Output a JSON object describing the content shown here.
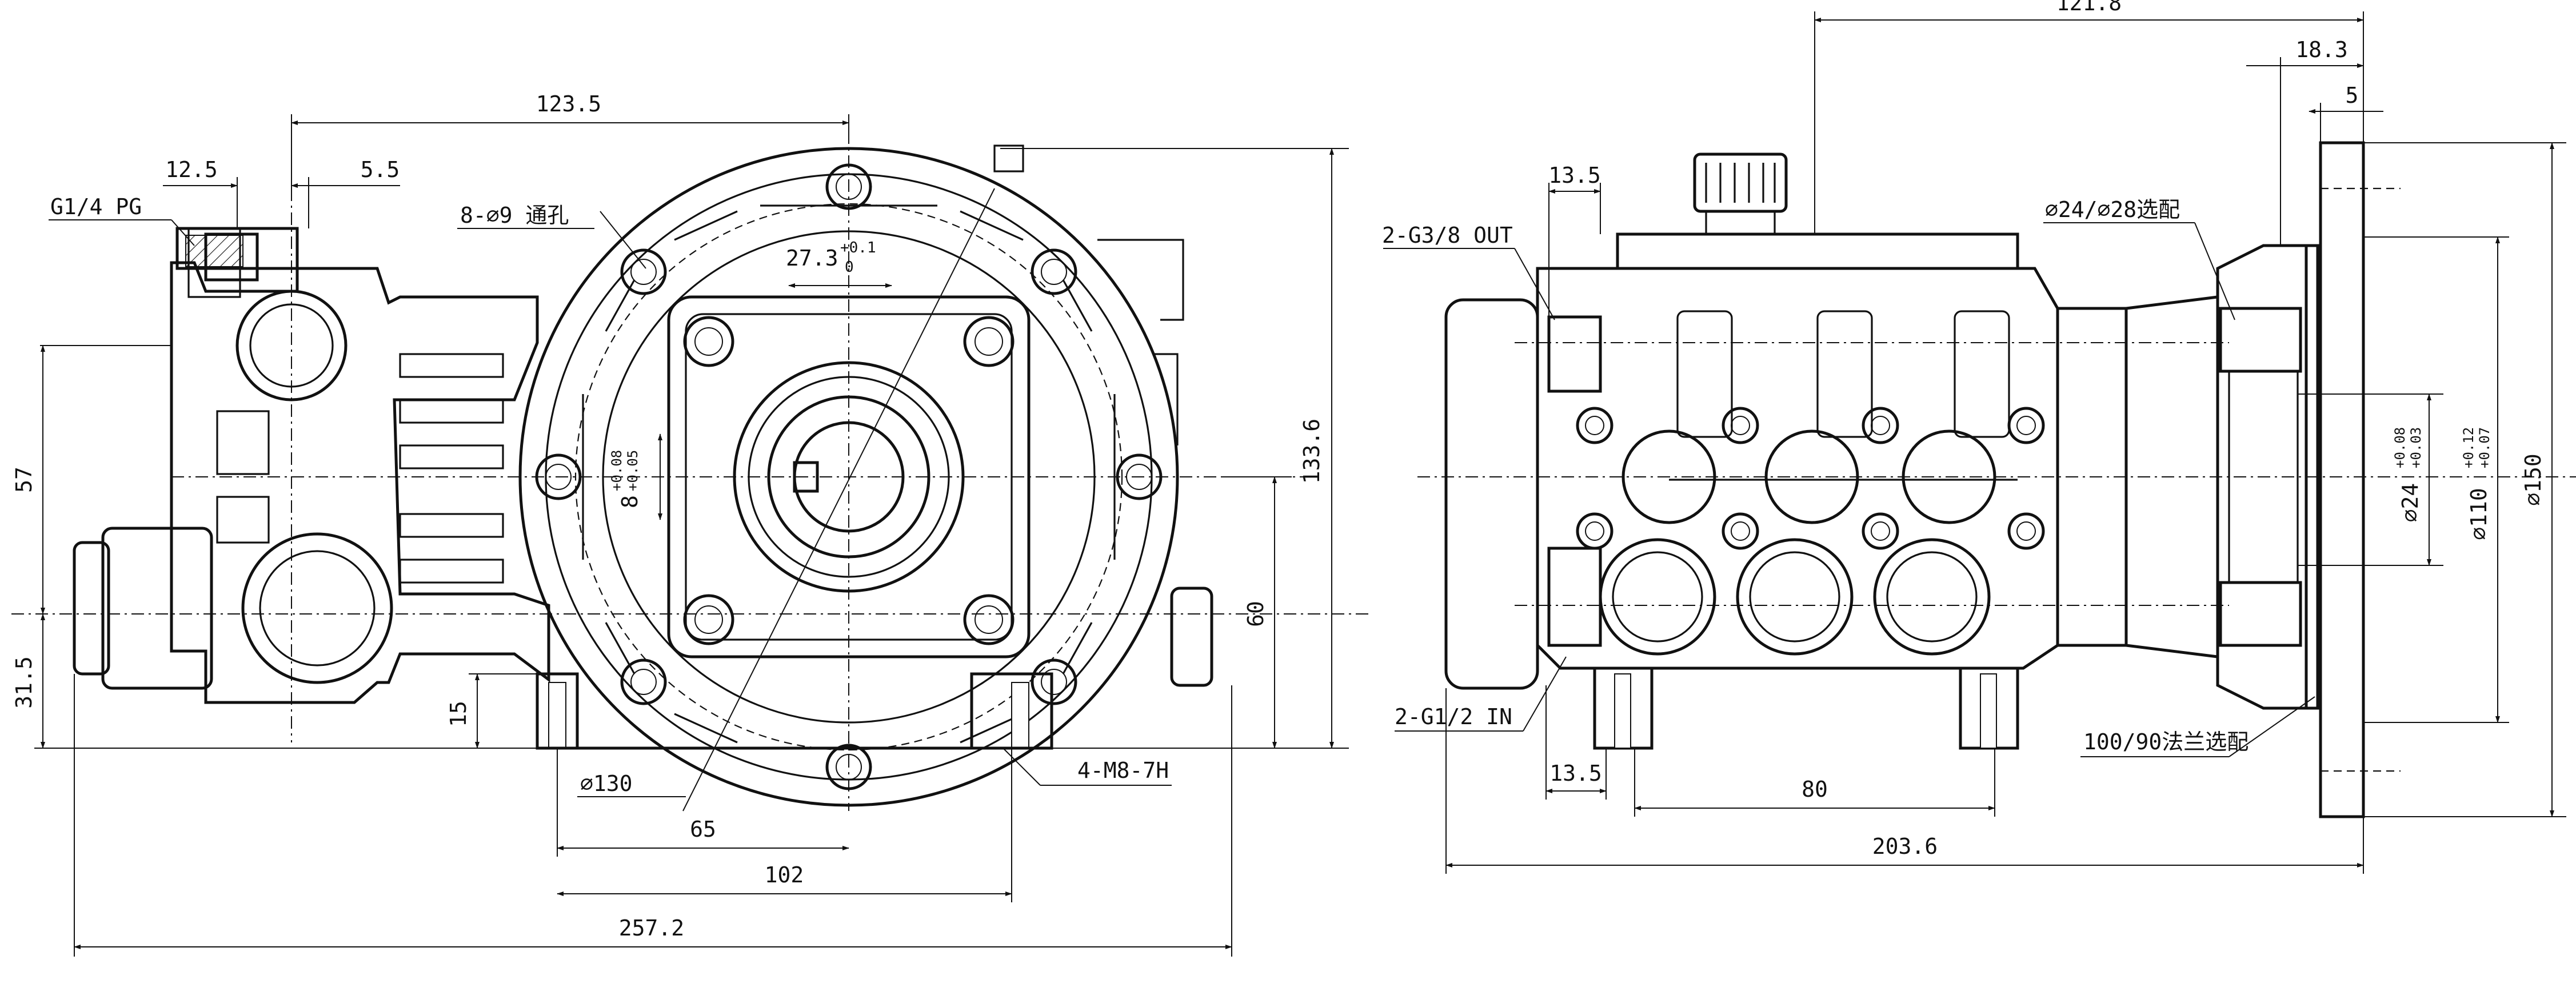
{
  "left_view": {
    "dim_overall_width": "123.5",
    "dim_12_5": "12.5",
    "dim_5_5": "5.5",
    "label_port": "G1/4 PG",
    "label_holes": "8-∅9 通孔",
    "dim_keyway": "27.3",
    "dim_keyway_tol_upper": "+0.1",
    "dim_keyway_tol_lower": "0",
    "dim_key_width": "8",
    "dim_key_tol_upper": "+0.08",
    "dim_key_tol_lower": "+0.05",
    "dim_height": "133.6",
    "dim_57": "57",
    "dim_31_5": "31.5",
    "dim_15": "15",
    "dim_60": "60",
    "dim_bolt_circle": "∅130",
    "label_threads": "4-M8-7H",
    "dim_65": "65",
    "dim_102": "102",
    "dim_257_2": "257.2"
  },
  "right_view": {
    "dim_121_8": "121.8",
    "dim_18_3": "18.3",
    "dim_5": "5",
    "dim_13_5_top": "13.5",
    "label_outlet": "2-G3/8 OUT",
    "label_shaft_option": "∅24/∅28选配",
    "label_inlet": "2-G1/2 IN",
    "dim_13_5_bottom": "13.5",
    "dim_80": "80",
    "label_flange_option": "100/90法兰选配",
    "dim_203_6": "203.6",
    "dim_shaft_dia": "∅24",
    "dim_shaft_tol_upper": "+0.08",
    "dim_shaft_tol_lower": "+0.03",
    "dim_pilot_dia": "∅110",
    "dim_pilot_tol_upper": "+0.12",
    "dim_pilot_tol_lower": "+0.07",
    "dim_flange_dia": "∅150"
  }
}
